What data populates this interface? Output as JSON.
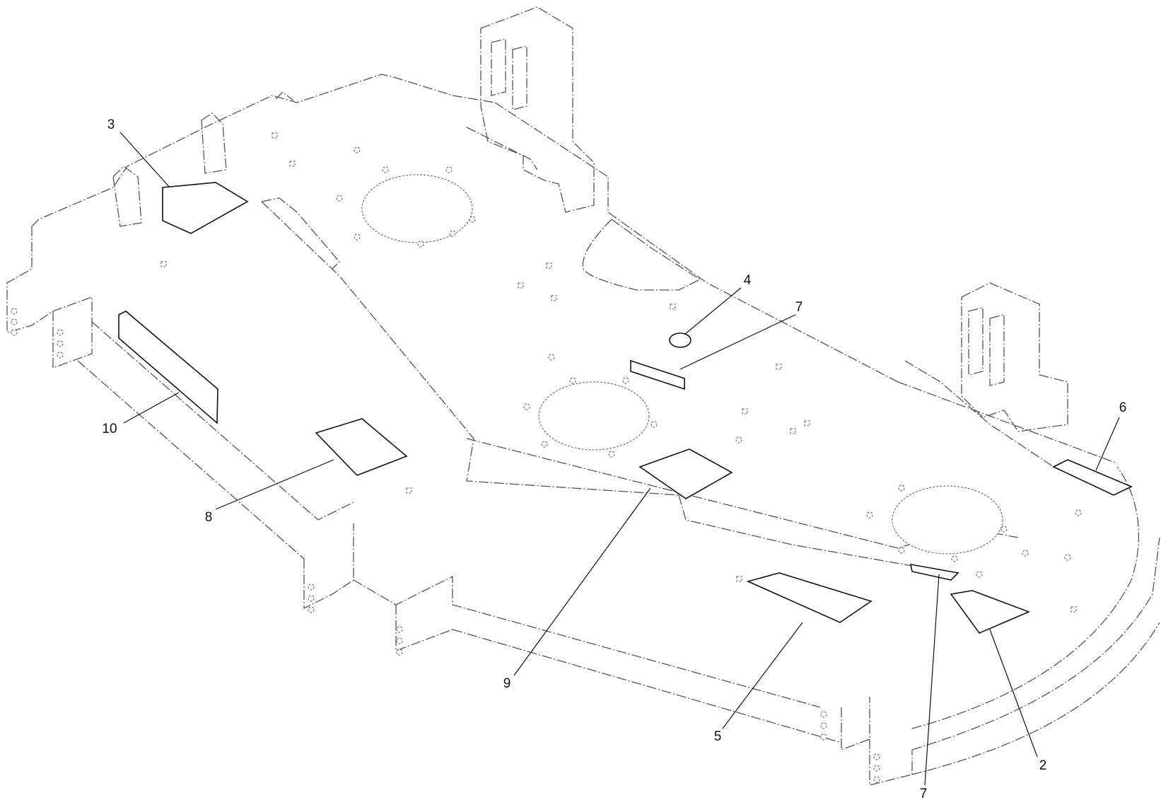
{
  "callouts": [
    {
      "id": "c3",
      "label": "3"
    },
    {
      "id": "c4",
      "label": "4"
    },
    {
      "id": "c7a",
      "label": "7"
    },
    {
      "id": "c6",
      "label": "6"
    },
    {
      "id": "c10",
      "label": "10"
    },
    {
      "id": "c8",
      "label": "8"
    },
    {
      "id": "c9",
      "label": "9"
    },
    {
      "id": "c5",
      "label": "5"
    },
    {
      "id": "c2",
      "label": "2"
    },
    {
      "id": "c7b",
      "label": "7"
    }
  ],
  "colors": {
    "line": "#555555",
    "decal": "#111111",
    "background": "#ffffff"
  }
}
